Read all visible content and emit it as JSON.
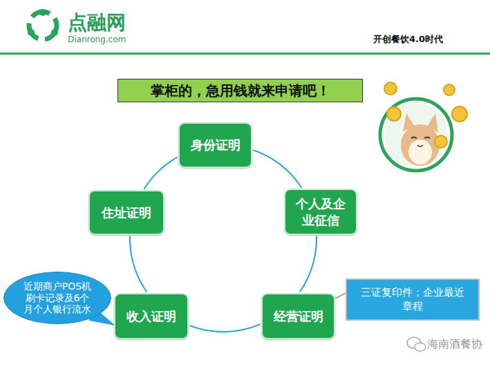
{
  "diagram": {
    "title": "掌柜的，急用钱就来申请吧！",
    "nodes": [
      {
        "text": [
          "身份证明"
        ]
      },
      {
        "text": [
          "住址证明"
        ]
      },
      {
        "text": [
          "个人及企业征信"
        ]
      },
      {
        "text": [
          "近期商户POS机刷卡记录及6个月个人银行流水"
        ]
      },
      {
        "text": [
          "收入证明"
        ]
      },
      {
        "text": [
          "经营证明"
        ]
      },
      {
        "text": [
          "三证复印件；企业最近章程"
        ]
      }
    ],
    "edges": [
      {
        "from": 0,
        "to": 2,
        "arrow": "none"
      },
      {
        "from": 2,
        "to": 5,
        "arrow": "none"
      },
      {
        "from": 5,
        "to": 4,
        "arrow": "none"
      },
      {
        "from": 4,
        "to": 1,
        "arrow": "none"
      },
      {
        "from": 1,
        "to": 0,
        "arrow": "none"
      },
      {
        "from": 3,
        "to": 4,
        "arrow": "none"
      },
      {
        "from": 6,
        "to": 5,
        "arrow": "none"
      }
    ],
    "labels": [
      "点融网",
      "Dianrong.com",
      "开创餐饮4.0时代",
      "海南酒餐协"
    ]
  }
}
